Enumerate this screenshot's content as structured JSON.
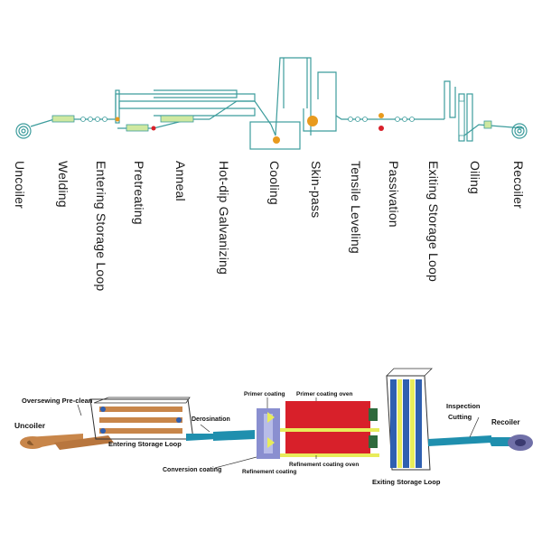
{
  "top_diagram": {
    "stages": [
      "Uncoiler",
      "Welding",
      "Entering Storage Loop",
      "Pretreating",
      "Anneal",
      "Hot-dip Galvanizing",
      "Cooling",
      "Skin-pass",
      "Tensile Leveling",
      "Passivation",
      "Exiting Storage Loop",
      "Oiling",
      "Recoiler"
    ]
  },
  "bottom_diagram": {
    "labels": {
      "oversewing": "Oversewing Pre-clean",
      "uncoiler": "Uncoiler",
      "entering_loop": "Entering Storage Loop",
      "derosination": "Derosination",
      "conversion": "Conversion coating",
      "primer_coating": "Primer coating",
      "primer_oven": "Primer coating oven",
      "refinement_coating": "Refinement coating",
      "refinement_oven": "Refinement coating oven",
      "exiting_loop": "Exiting Storage Loop",
      "inspection": "Inspection",
      "cutting": "Cutting",
      "recoiler": "Recoiler"
    }
  },
  "colors": {
    "line": "#3c9c9c",
    "equipment": "#cfe8a0",
    "strip": "#1f8fae",
    "oven": "#d8202a",
    "roller": "#e89a1e",
    "copper": "#c8864a",
    "loop_blue": "#2f5fb0",
    "loop_yellow": "#e8ec5a"
  }
}
